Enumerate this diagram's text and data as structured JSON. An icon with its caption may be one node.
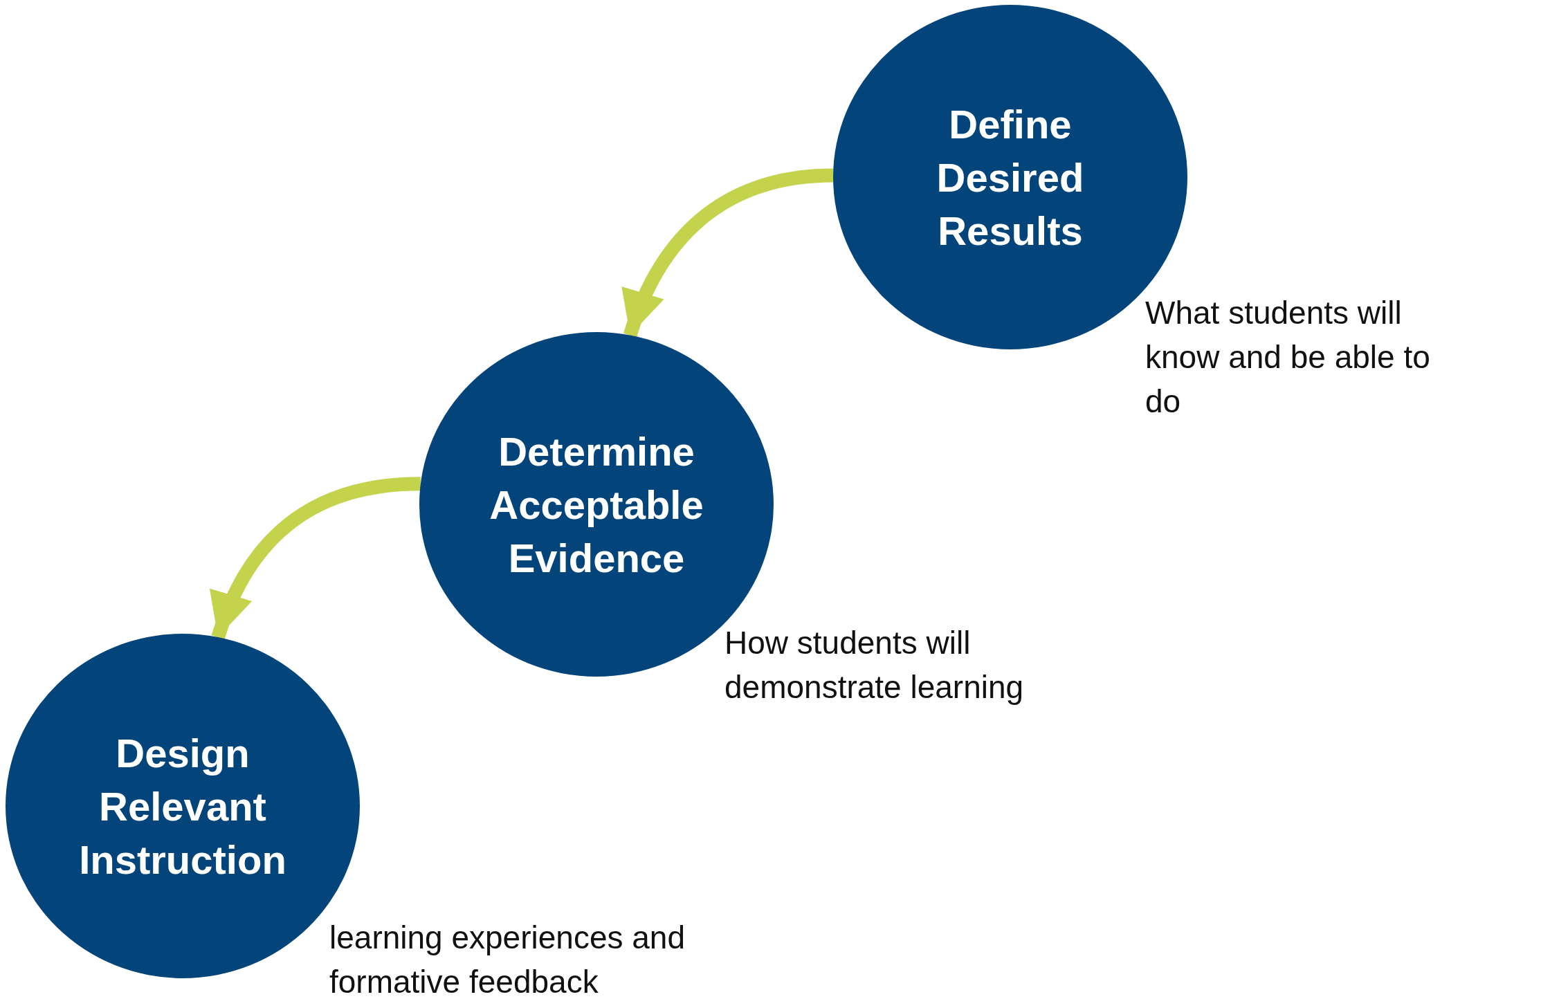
{
  "diagram": {
    "nodes": [
      {
        "text": [
          "Define Desired Results"
        ],
        "beside": [
          "What students will know and be able to do"
        ]
      },
      {
        "text": [
          "Determine Acceptable Evidence"
        ],
        "beside": [
          "How students will demonstrate learning"
        ]
      },
      {
        "text": [
          "Design Relevant Instruction"
        ],
        "beside": [
          "learning experiences and formative feedback"
        ]
      }
    ],
    "edges": [
      {
        "from": 0,
        "to": 1,
        "arrow": "to"
      },
      {
        "from": 1,
        "to": 2,
        "arrow": "to"
      }
    ]
  }
}
